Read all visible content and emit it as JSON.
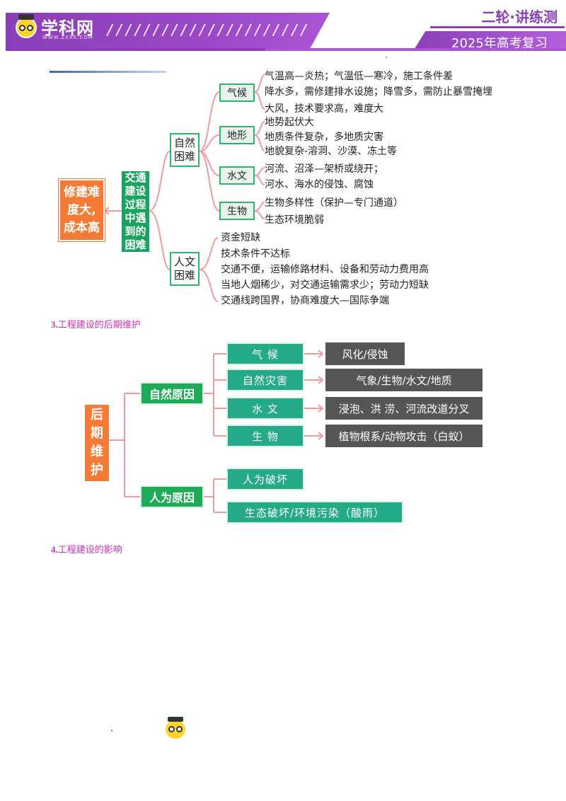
{
  "header": {
    "logo_text": "学科网",
    "logo_sub": "WWW.ZXXK.COM",
    "slashes": "//////////////////////",
    "series_title": "二轮·讲练测",
    "subtitle": "2025年高考复习"
  },
  "figure1": {
    "result": [
      "修建难",
      "度大,",
      "成本高"
    ],
    "center": [
      "交通",
      "建设",
      "过程",
      "中遇",
      "到的",
      "困难"
    ],
    "natural": [
      "自然",
      "困难"
    ],
    "human": [
      "人文",
      "困难"
    ],
    "categories": {
      "climate": "气候",
      "terrain": "地形",
      "hydrology": "水文",
      "biology": "生物"
    },
    "climate_lines": [
      "气温高—炎热；气温低—寒冷，施工条件差",
      "降水多，需修建排水设施；降雪多，需防止暴雪掩埋",
      "大风，技术要求高，难度大"
    ],
    "terrain_lines": [
      "地势起伏大",
      "地质条件复杂，多地质灾害",
      "地貌复杂-溶洞、沙漠、冻土等"
    ],
    "hydrology_lines": [
      "河流、沼泽—架桥或绕开；",
      "河水、海水的侵蚀、腐蚀"
    ],
    "biology_lines": [
      "生物多样性（保护—专门通道）",
      "生态环境脆弱"
    ],
    "human_lines": [
      "资金短缺",
      "技术条件不达标",
      "交通不便，运输修路材料、设备和劳动力费用高",
      "当地人烟稀少，对交通运输需求少；劳动力短缺",
      "交通线跨国界，协商难度大—国际争端"
    ]
  },
  "section3": {
    "num": "3.",
    "title": "工程建设的后期维护"
  },
  "figure2": {
    "root": [
      "后",
      "期",
      "维",
      "护"
    ],
    "natural_label": "自然原因",
    "human_label": "人为原因",
    "items": [
      {
        "label": "气  候",
        "detail": "风化/侵蚀"
      },
      {
        "label": "自然灾害",
        "detail": "气象/生物/水文/地质"
      },
      {
        "label": "水  文",
        "detail": "浸泡、洪 涝、河流改道分叉"
      },
      {
        "label": "生  物",
        "detail": "植物根系/动物攻击（白蚁）"
      }
    ],
    "human_items": [
      "人为破坏",
      "生态破坏/环境污染（酸雨）"
    ]
  },
  "section4": {
    "num": "4.",
    "title": "工程建设的影响"
  },
  "colors": {
    "brand_purple": "#8a3fb7",
    "orange": "#f37b35",
    "green": "#1aa35f",
    "teal": "#24a989",
    "dark_gray": "#555555",
    "connector_pink": "#f09aa0",
    "heading_magenta": "#cf2fb8"
  }
}
